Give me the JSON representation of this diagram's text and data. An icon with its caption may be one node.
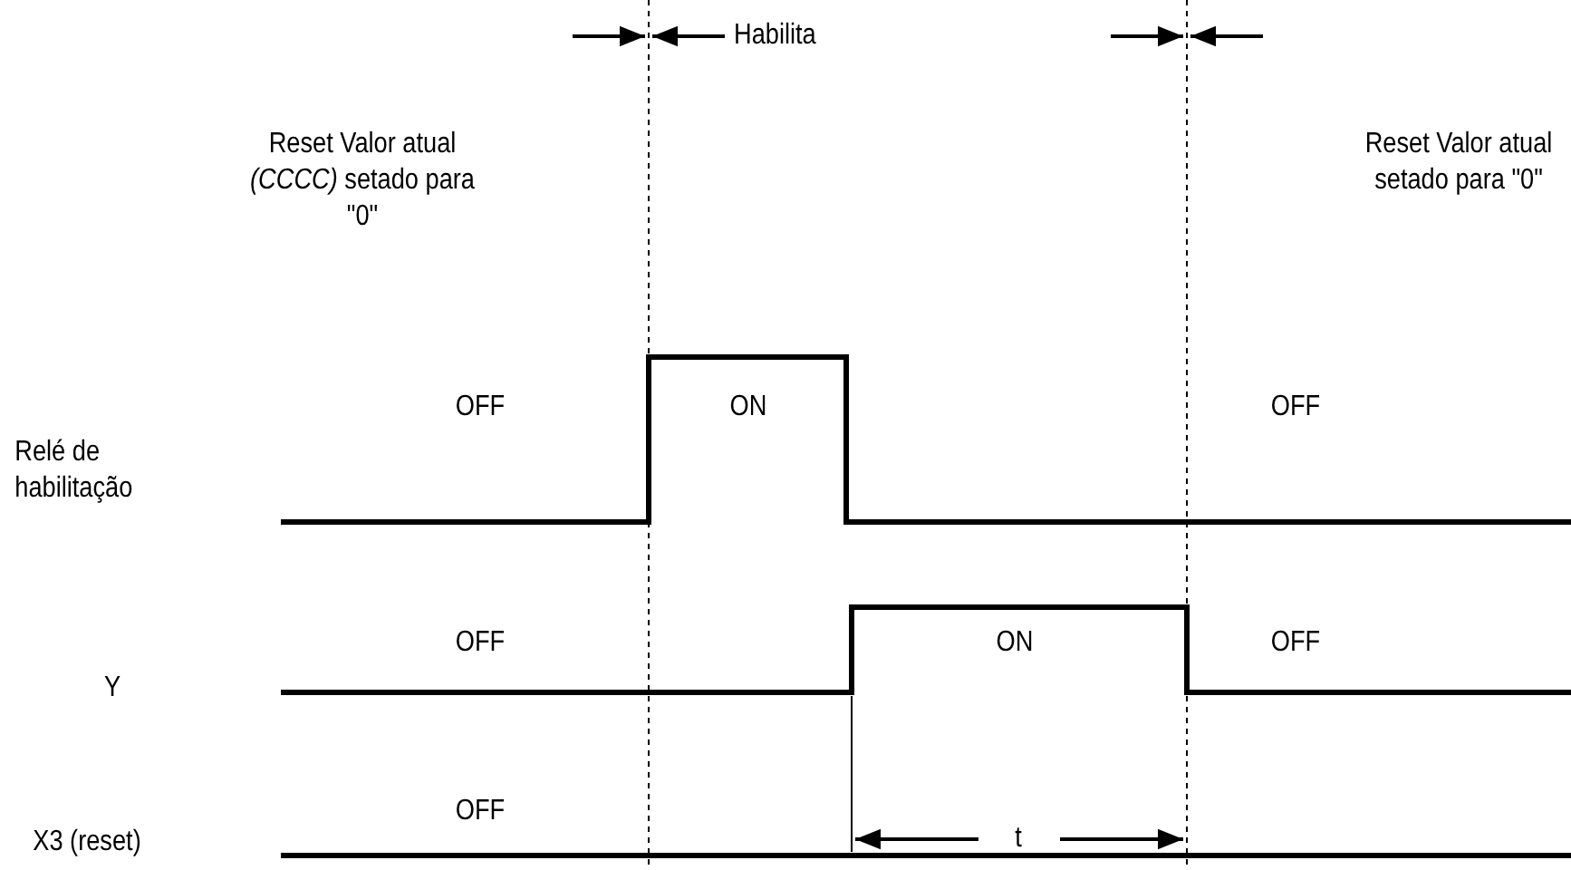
{
  "diagram": {
    "labels": [
      "Habilita",
      "Reset Valor atual *(CCCC)* setado para \"0\"",
      "Reset Valor atual setado para \"0\"",
      "OFF",
      "ON",
      "OFF",
      "Relé de habilitação",
      "Y",
      "OFF",
      "ON",
      "OFF",
      "t",
      "X3 (reset)",
      "OFF"
    ]
  }
}
